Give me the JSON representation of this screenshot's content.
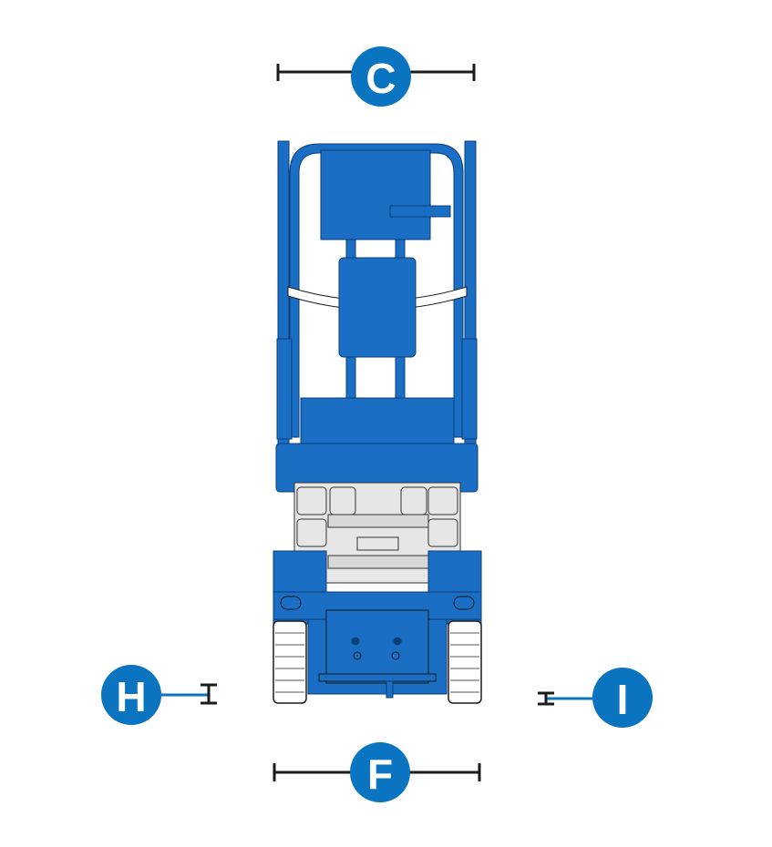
{
  "diagram": {
    "labels": {
      "top_width": "C",
      "base_width": "F",
      "left_clearance": "H",
      "right_clearance": "I"
    },
    "colors": {
      "callout": "#0a74c0",
      "machine_blue": "#1a6ec4",
      "outline": "#1b1b1b",
      "scissor_gray": "#e4e4e4"
    }
  }
}
